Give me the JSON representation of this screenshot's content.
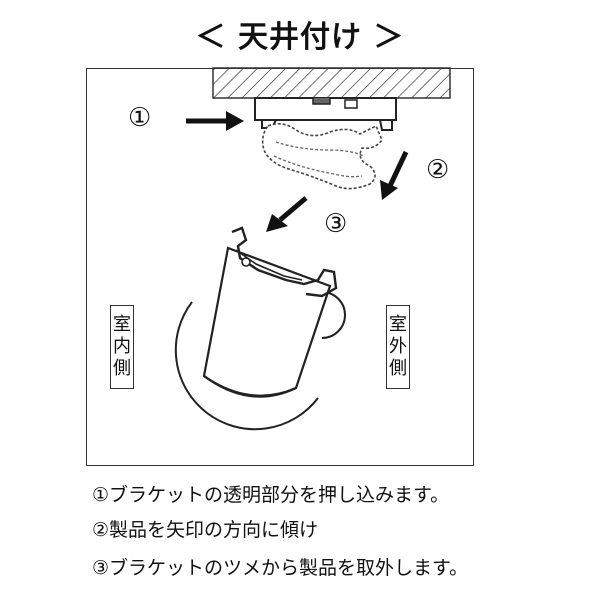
{
  "title": "＜ 天井付け ＞",
  "steps": {
    "step1_marker": "①",
    "step2_marker": "②",
    "step3_marker": "③"
  },
  "labels": {
    "indoor": [
      "室",
      "内",
      "側"
    ],
    "outdoor": [
      "室",
      "外",
      "側"
    ]
  },
  "instructions": [
    "①ブラケットの透明部分を押し込みます。",
    "②製品を矢印の方向に傾け",
    "③ブラケットのツメから製品を取外します。"
  ]
}
